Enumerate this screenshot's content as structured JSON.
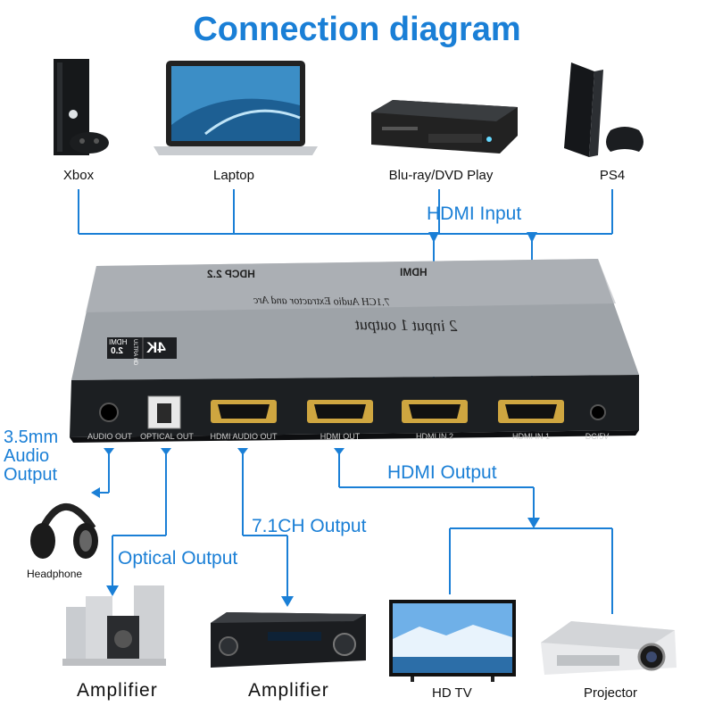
{
  "title": "Connection diagram",
  "sources": [
    "Xbox",
    "Laptop",
    "Blu-ray/DVD Play",
    "PS4"
  ],
  "input_label": "HDMI Input",
  "device": {
    "top_text_1": "HDCP 2.2",
    "top_text_2": "HDMI",
    "model_line": "2 input 1 output",
    "desc_line": "7.1CH Audio Extractor and Arc",
    "badge_4k": "4K",
    "badge_ultra": "ULTRA HD",
    "badge_hdmi": "HDMI",
    "badge_ver": "2.0",
    "ports": [
      "AUDIO OUT",
      "OPTICAL OUT",
      "HDMI AUDIO OUT",
      "HDMI OUT",
      "HDMI IN 2",
      "HDMI IN 1",
      "DC/5V"
    ]
  },
  "outputs": {
    "audio": "3.5mm\nAudio\nOutput",
    "optical": "Optical Output",
    "ch71": "7.1CH Output",
    "hdmi": "HDMI Output"
  },
  "sinks": {
    "headphone": "Headphone",
    "amplifier1": "Amplifier",
    "amplifier2": "Amplifier",
    "hdtv": "HD TV",
    "projector": "Projector"
  },
  "colors": {
    "accent": "#1a7fd6",
    "device_body": "#1c1f22",
    "device_top": "#9ea3a8"
  }
}
